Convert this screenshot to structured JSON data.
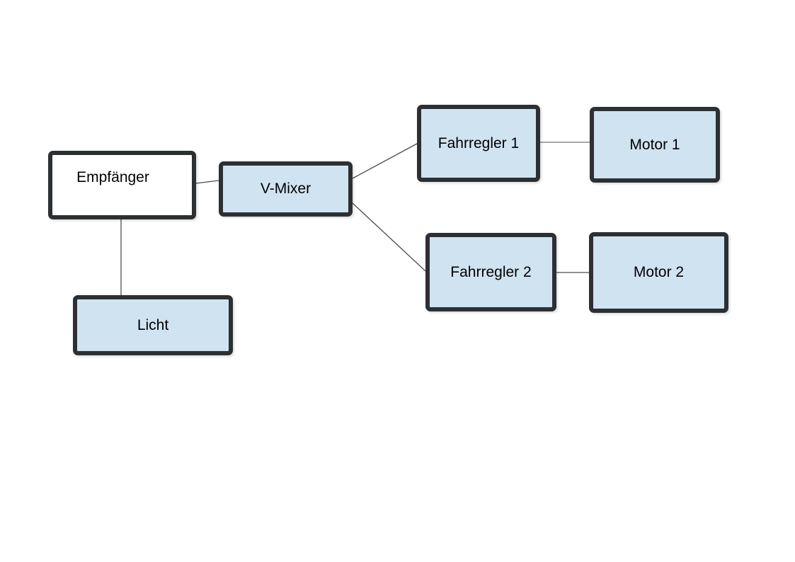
{
  "diagram": {
    "nodes": [
      {
        "id": "empfaenger",
        "label": "Empfänger",
        "fill": "#ffffff"
      },
      {
        "id": "vmixer",
        "label": "V-Mixer",
        "fill": "#d0e3f1"
      },
      {
        "id": "fahrregler1",
        "label": "Fahrregler 1",
        "fill": "#d0e3f1"
      },
      {
        "id": "motor1",
        "label": "Motor 1",
        "fill": "#d0e3f1"
      },
      {
        "id": "fahrregler2",
        "label": "Fahrregler 2",
        "fill": "#d0e3f1"
      },
      {
        "id": "motor2",
        "label": "Motor 2",
        "fill": "#d0e3f1"
      },
      {
        "id": "licht",
        "label": "Licht",
        "fill": "#d0e3f1"
      }
    ],
    "edges": [
      {
        "from": "empfaenger",
        "to": "vmixer"
      },
      {
        "from": "empfaenger",
        "to": "licht"
      },
      {
        "from": "vmixer",
        "to": "fahrregler1"
      },
      {
        "from": "vmixer",
        "to": "fahrregler2"
      },
      {
        "from": "fahrregler1",
        "to": "motor1"
      },
      {
        "from": "fahrregler2",
        "to": "motor2"
      }
    ],
    "colors": {
      "background": "#ffffff",
      "node_fill": "#d0e3f1",
      "node_white_fill": "#ffffff",
      "node_border": "#2d3033",
      "edge": "#4d4d4d",
      "edge_light": "#8c8c8c"
    }
  }
}
